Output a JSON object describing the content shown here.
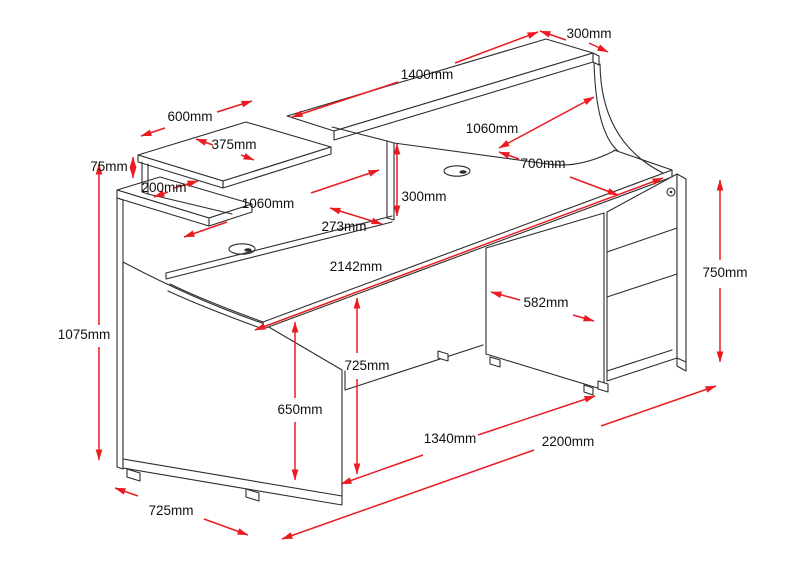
{
  "title": "Reception desk dimensioned line drawing",
  "units": "mm",
  "colors": {
    "dimension_red": "#ea1c22",
    "drawing_line": "#2d2d2d",
    "label_text": "#111111",
    "background": "#ffffff"
  },
  "dims": {
    "counter_depth": {
      "label": "300mm"
    },
    "counter_length": {
      "label": "1400mm"
    },
    "side_shelf_length": {
      "label": "600mm"
    },
    "side_shelf_depth": {
      "label": "375mm"
    },
    "shelf_rise": {
      "label": "75mm"
    },
    "ledge_depth": {
      "label": "200mm"
    },
    "inner_shelf_length": {
      "label": "1060mm"
    },
    "inner_shelf_depth": {
      "label": "273mm"
    },
    "open_section_length": {
      "label": "1060mm"
    },
    "desktop_depth": {
      "label": "700mm"
    },
    "slot_height": {
      "label": "300mm"
    },
    "desktop_length": {
      "label": "2142mm"
    },
    "kneehole_width": {
      "label": "582mm"
    },
    "desk_height": {
      "label": "750mm"
    },
    "counter_height": {
      "label": "1075mm"
    },
    "cupboard_height": {
      "label": "650mm"
    },
    "kneehole_height": {
      "label": "725mm"
    },
    "front_section_width": {
      "label": "1340mm"
    },
    "overall_width": {
      "label": "2200mm"
    },
    "left_side_depth": {
      "label": "725mm"
    }
  }
}
